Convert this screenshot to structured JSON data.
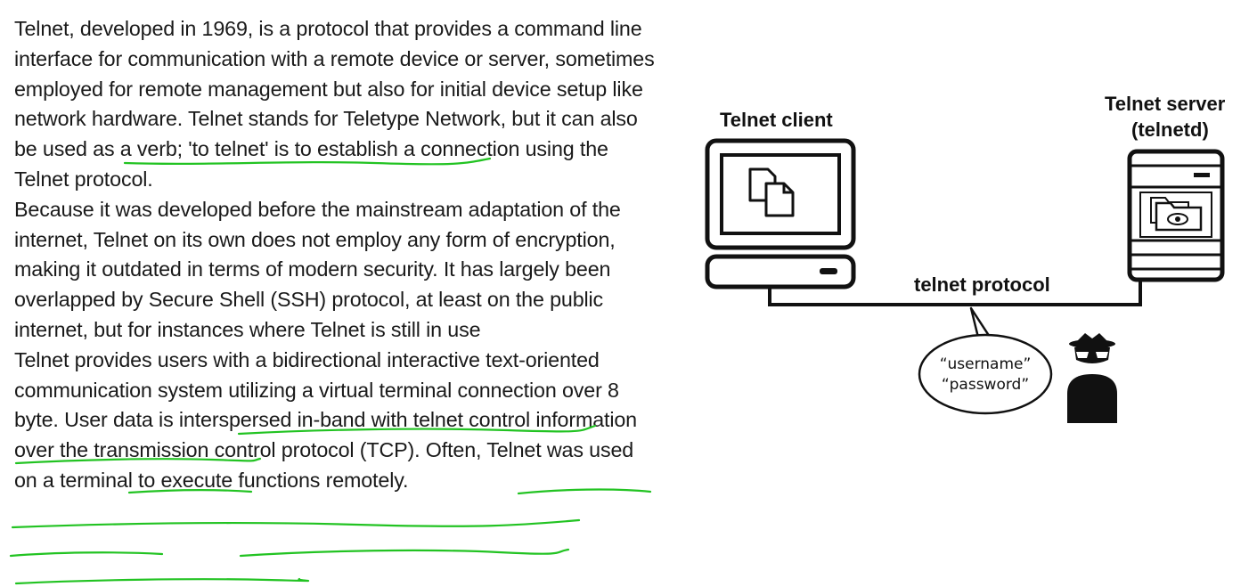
{
  "article": {
    "paragraph_1": "Telnet, developed in 1969, is a protocol that provides a command line interface for communication with a remote device or server, sometimes employed for remote management but also for initial device setup like network hardware. Telnet stands for Teletype Network, but it can also be used as a verb; 'to telnet' is to establish a connection using the Telnet protocol.",
    "paragraph_2": "Because it was developed before the mainstream adaptation of the internet, Telnet on its own does not employ any form of encryption, making it outdated in terms of modern security. It has largely been overlapped by Secure Shell (SSH) protocol, at least on the public internet, but for instances where Telnet is still in use",
    "paragraph_3": "Telnet provides users with a bidirectional interactive text-oriented communication system utilizing a virtual terminal connection over 8 byte. User data is interspersed in-band with telnet control information over the transmission control protocol (TCP). Often, Telnet was used on a terminal to execute functions remotely."
  },
  "diagram": {
    "client_label": "Telnet client",
    "server_label_line1": "Telnet server",
    "server_label_line2": "(telnetd)",
    "protocol_label": "telnet protocol",
    "bubble_line1": "“username”",
    "bubble_line2": "“password”"
  },
  "colors": {
    "annotation": "#22c322",
    "text": "#1a1a1a",
    "diagram_stroke": "#111111"
  },
  "icons": {
    "client": "computer-monitor-icon",
    "documents": "documents-icon",
    "server": "server-tower-icon",
    "folder": "folder-eye-icon",
    "attacker": "spy-hacker-icon",
    "speech": "speech-bubble-icon"
  }
}
